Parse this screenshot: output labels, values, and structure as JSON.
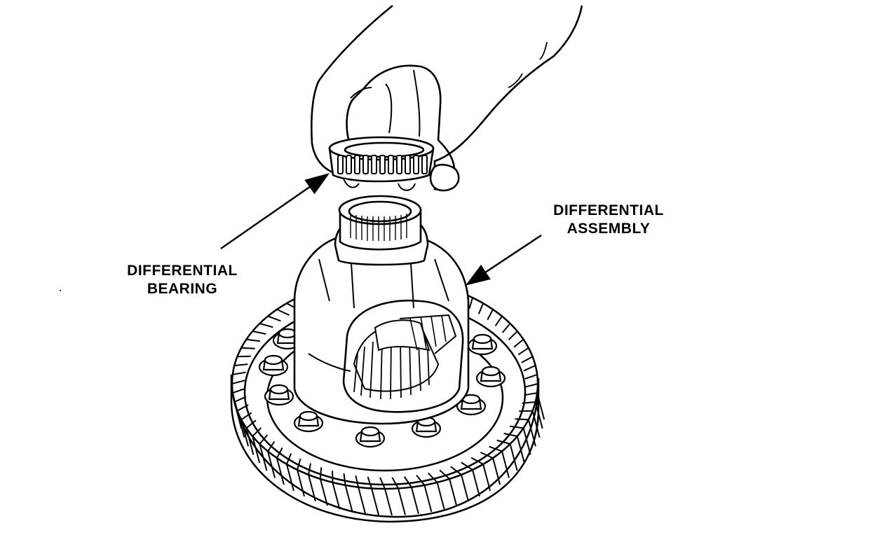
{
  "labels": {
    "bearing": {
      "line1": "DIFFERENTIAL",
      "line2": "BEARING"
    },
    "assembly": {
      "line1": "DIFFERENTIAL",
      "line2": "ASSEMBLY"
    }
  },
  "colors": {
    "ink": "#000000",
    "paper": "#ffffff"
  }
}
